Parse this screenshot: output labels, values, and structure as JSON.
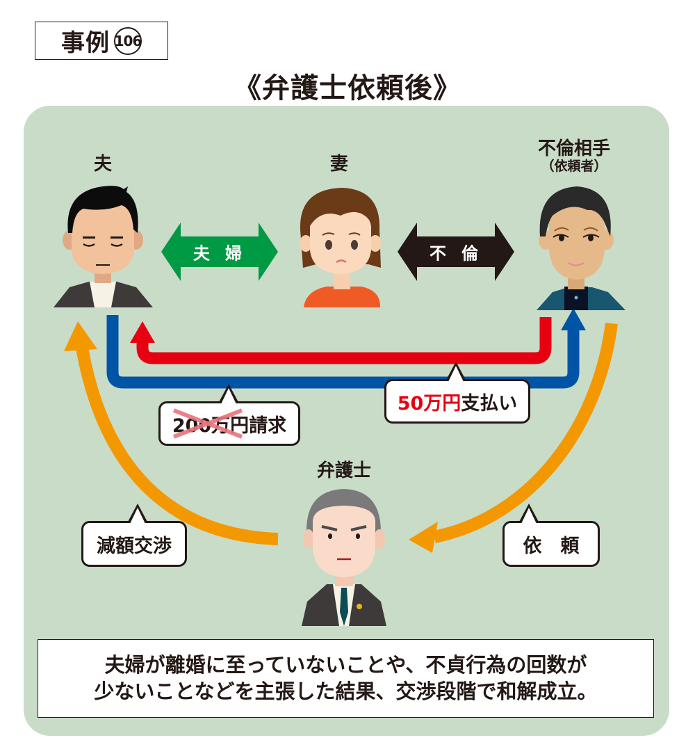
{
  "header": {
    "case_label": "事例",
    "case_number": "106",
    "title": "《弁護士依頼後》"
  },
  "people": {
    "husband": {
      "label": "夫"
    },
    "wife": {
      "label": "妻"
    },
    "affair_partner": {
      "label": "不倫相手",
      "sublabel": "（依頼者）"
    },
    "lawyer": {
      "label": "弁護士"
    }
  },
  "relations": {
    "married": {
      "label": "夫婦",
      "color": "#009944"
    },
    "affair": {
      "label": "不倫",
      "color": "#231815"
    }
  },
  "flows": {
    "claim": {
      "amount": "200万円",
      "suffix": "請求",
      "color": "#0054a6",
      "struck_out": true
    },
    "payment": {
      "amount": "50万円",
      "suffix": "支払い",
      "color": "#e60012"
    },
    "negotiation": {
      "label": "減額交渉",
      "color": "#f39800"
    },
    "request": {
      "label": "依　頼",
      "color": "#f39800"
    }
  },
  "summary": {
    "line1": "夫婦が離婚に至っていないことや、不貞行為の回数が",
    "line2": "少ないことなどを主張した結果、交渉段階で和解成立。"
  },
  "colors": {
    "panel": "#c8dcc8",
    "strike": "#e8747c"
  }
}
